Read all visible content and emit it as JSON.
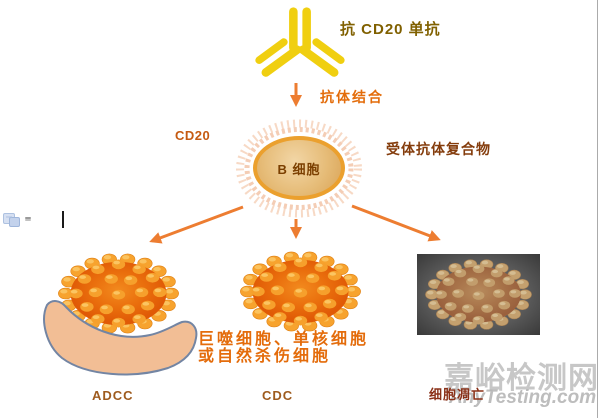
{
  "diagram": {
    "antibody_label": "抗 CD20 单抗",
    "binding_arrow_label": "抗体结合",
    "cd20_label": "CD20",
    "b_cell_label": "B 细胞",
    "receptor_complex_label": "受体抗体复合物",
    "effector_cells_line1": "巨噬细胞、单核细胞",
    "effector_cells_line2": "或自然杀伤细胞",
    "outcome_adcc_label": "ADCC",
    "outcome_cdc_label": "CDC",
    "outcome_apoptosis_label": "细胞凋亡"
  },
  "watermark": {
    "site_name": "嘉峪检测网",
    "site_domain": "AnyTesting.com"
  },
  "colors": {
    "antibody_yellow": "#F0CF10",
    "arrow_orange": "#ED7D31",
    "virus_body_orange": "#E6630A",
    "virus_bump_orange": "#F7A32E",
    "b_cell_ring_orange": "#EBA02E",
    "effector_cell_peach": "#F2BE95",
    "label_orange": "#E46C0B",
    "label_brown": "#843C0C",
    "label_dark_gold": "#806000"
  }
}
